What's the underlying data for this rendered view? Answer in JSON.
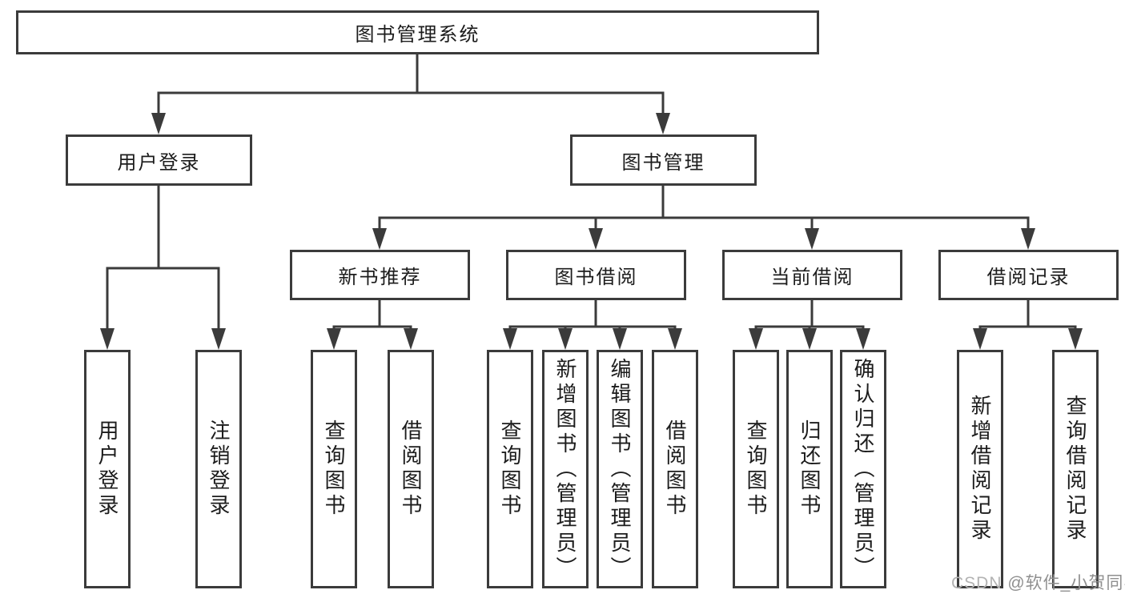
{
  "diagram": {
    "title": "图书管理系统",
    "level2": [
      {
        "label": "用户登录"
      },
      {
        "label": "图书管理"
      }
    ],
    "level3": [
      {
        "label": "新书推荐"
      },
      {
        "label": "图书借阅"
      },
      {
        "label": "当前借阅"
      },
      {
        "label": "借阅记录"
      }
    ],
    "leaves": [
      {
        "label": "用户登录"
      },
      {
        "label": "注销登录"
      },
      {
        "label": "查询图书"
      },
      {
        "label": "借阅图书"
      },
      {
        "label": "查询图书"
      },
      {
        "label": "新增图书（管理员）"
      },
      {
        "label": "编辑图书（管理员）"
      },
      {
        "label": "借阅图书"
      },
      {
        "label": "查询图书"
      },
      {
        "label": "归还图书"
      },
      {
        "label": "确认归还（管理员）"
      },
      {
        "label": "新增借阅记录"
      },
      {
        "label": "查询借阅记录"
      }
    ]
  },
  "watermark": {
    "brand": "CSDN ",
    "author": "@软件_小贺同学"
  },
  "colors": {
    "line": "#3b3b3b",
    "text": "#1c1c1c",
    "watermark_brand": "#b3b3b3",
    "watermark_author": "#8f8f8f",
    "background": "#ffffff"
  }
}
